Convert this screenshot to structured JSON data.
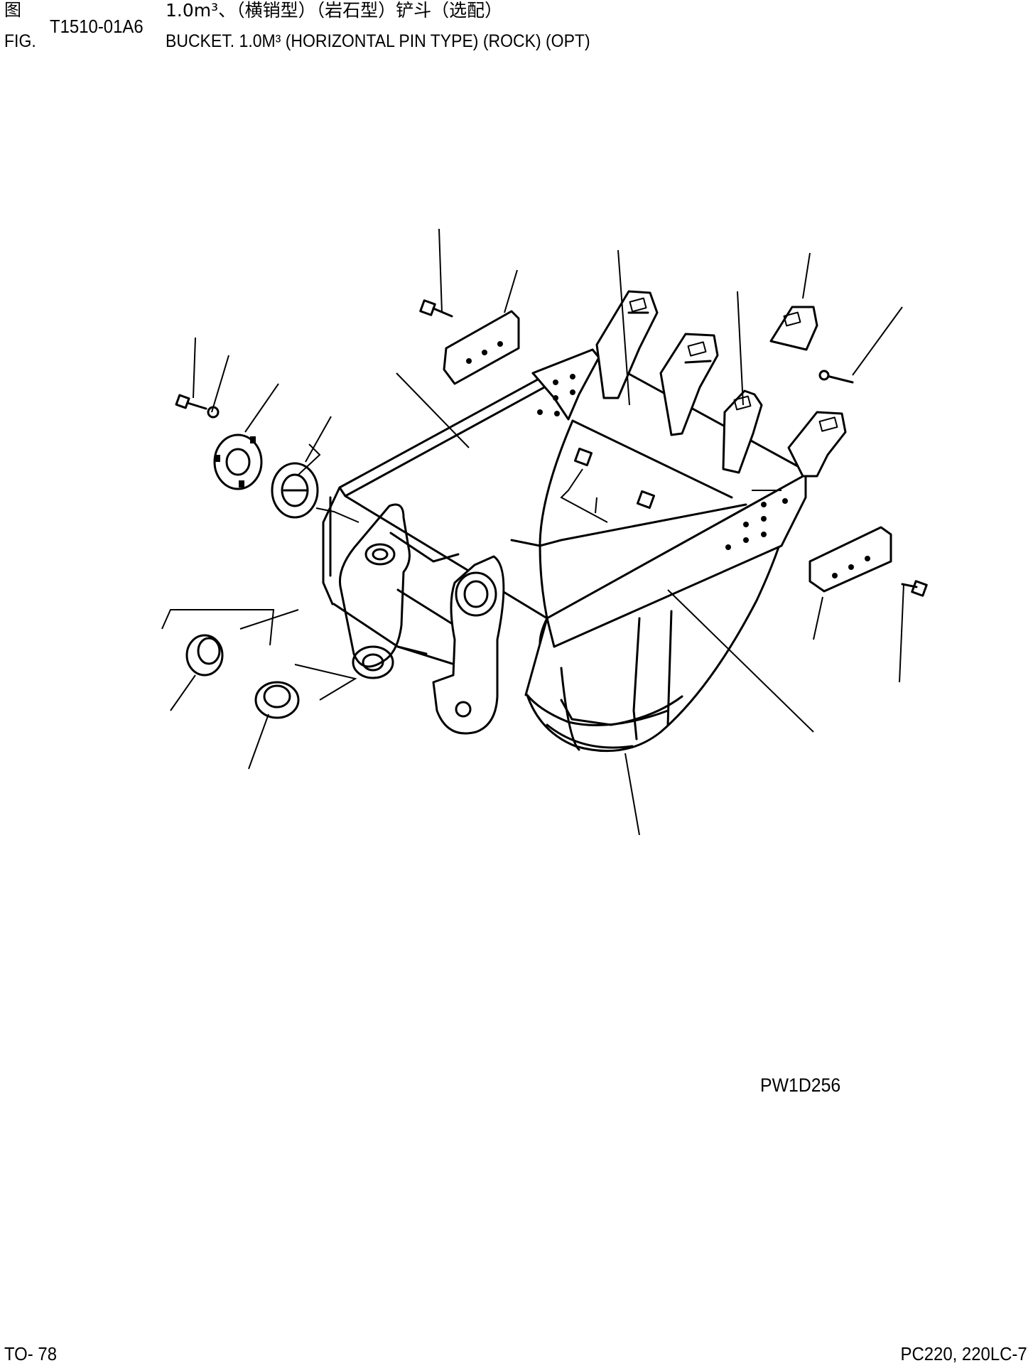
{
  "header": {
    "fig_label_cn": "图",
    "fig_label_en": "FIG.",
    "fig_number": "T1510-01A6",
    "title_cn": "1.0m³、（横销型）（岩石型）铲斗（选配）",
    "title_en": "BUCKET. 1.0M³ (HORIZONTAL PIN TYPE) (ROCK) (OPT)"
  },
  "drawing": {
    "code": "PW1D256"
  },
  "footer": {
    "page": "TO- 78",
    "model": "PC220, 220LC-7"
  }
}
